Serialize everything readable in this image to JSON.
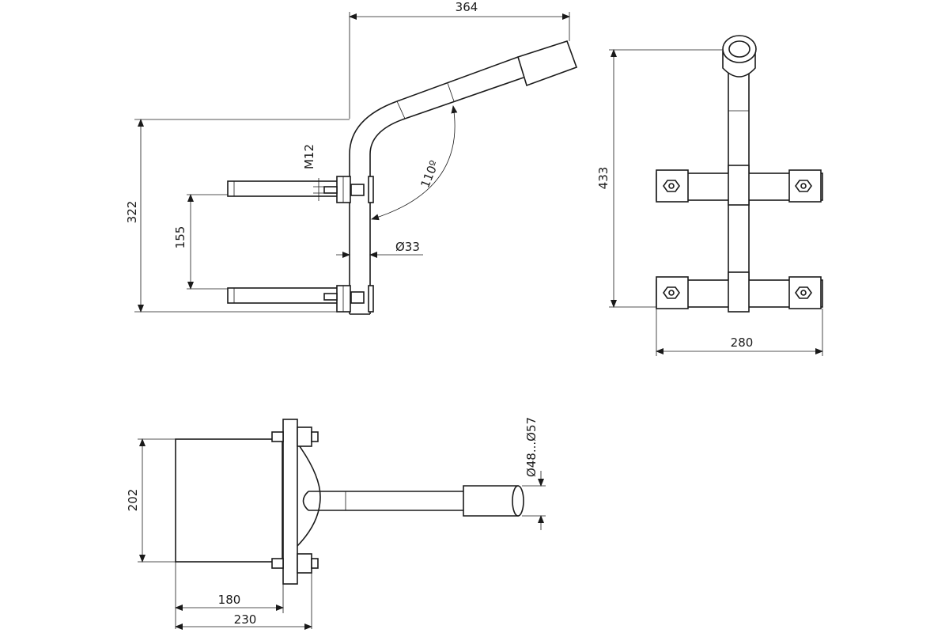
{
  "drawing": {
    "side_view": {
      "width_dim": "364",
      "height_dim": "322",
      "spacing_dim": "155",
      "bolt_label": "M12",
      "angle_label": "110º",
      "diameter_label": "Ø33"
    },
    "front_view": {
      "height_dim": "433",
      "width_dim": "280"
    },
    "top_view": {
      "depth_dim": "202",
      "plate_dim": "180",
      "total_dim": "230",
      "pipe_diameter_label": "Ø48...Ø57"
    }
  }
}
